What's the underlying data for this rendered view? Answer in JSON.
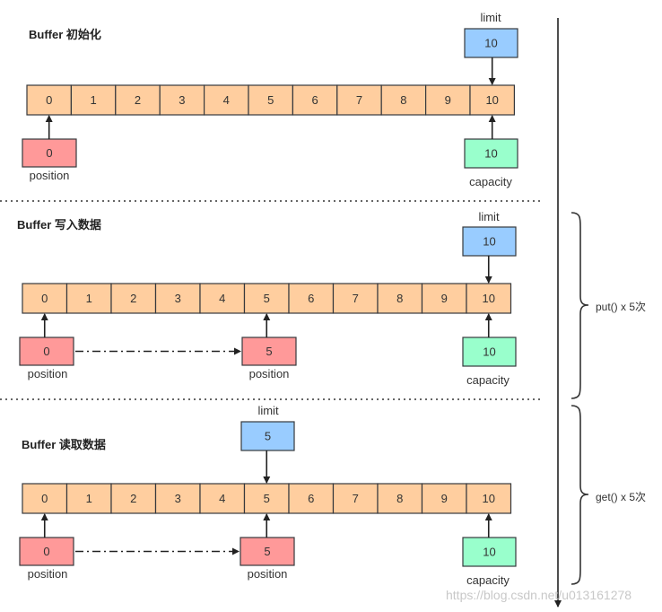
{
  "sections": [
    {
      "title": "Buffer 初始化",
      "cells": [
        "0",
        "1",
        "2",
        "3",
        "4",
        "5",
        "6",
        "7",
        "8",
        "9",
        "10"
      ],
      "limit": {
        "label": "limit",
        "value": "10"
      },
      "capacity": {
        "label": "capacity",
        "value": "10"
      },
      "position_start": {
        "label": "position",
        "value": "0"
      },
      "position_end": null
    },
    {
      "title": "Buffer 写入数据",
      "cells": [
        "0",
        "1",
        "2",
        "3",
        "4",
        "5",
        "6",
        "7",
        "8",
        "9",
        "10"
      ],
      "limit": {
        "label": "limit",
        "value": "10"
      },
      "capacity": {
        "label": "capacity",
        "value": "10"
      },
      "position_start": {
        "label": "position",
        "value": "0"
      },
      "position_end": {
        "label": "position",
        "value": "5"
      }
    },
    {
      "title": "Buffer 读取数据",
      "cells": [
        "0",
        "1",
        "2",
        "3",
        "4",
        "5",
        "6",
        "7",
        "8",
        "9",
        "10"
      ],
      "limit": {
        "label": "limit",
        "value": "5"
      },
      "capacity": {
        "label": "capacity",
        "value": "10"
      },
      "position_start": {
        "label": "position",
        "value": "0"
      },
      "position_end": {
        "label": "position",
        "value": "5"
      }
    }
  ],
  "operations": [
    {
      "label": "put() x 5次"
    },
    {
      "label": "get() x 5次"
    }
  ],
  "watermark": "https://blog.csdn.net/u013161278",
  "colors": {
    "cell_fill": "#ffce9f",
    "cell_stroke": "#36393d",
    "limit_fill": "#99ccff",
    "position_fill": "#ff9999",
    "capacity_fill": "#99ffcc"
  }
}
